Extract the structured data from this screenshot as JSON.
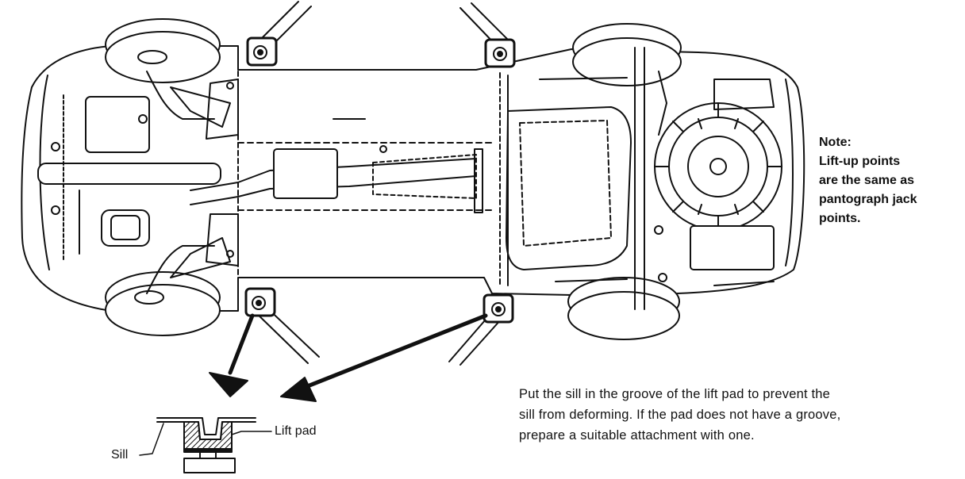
{
  "note": {
    "title": "Note:",
    "lines": [
      "Lift-up points",
      "are the same as",
      "pantograph jack",
      "points."
    ]
  },
  "instruction": {
    "lines": [
      "Put the sill in the groove of the lift pad to prevent the",
      "sill from deforming. If the pad does not have a groove,",
      "prepare a suitable attachment with one."
    ]
  },
  "detail": {
    "lift_pad_label": "Lift pad",
    "sill_label": "Sill"
  },
  "colors": {
    "line": "#111111",
    "background": "#ffffff"
  }
}
